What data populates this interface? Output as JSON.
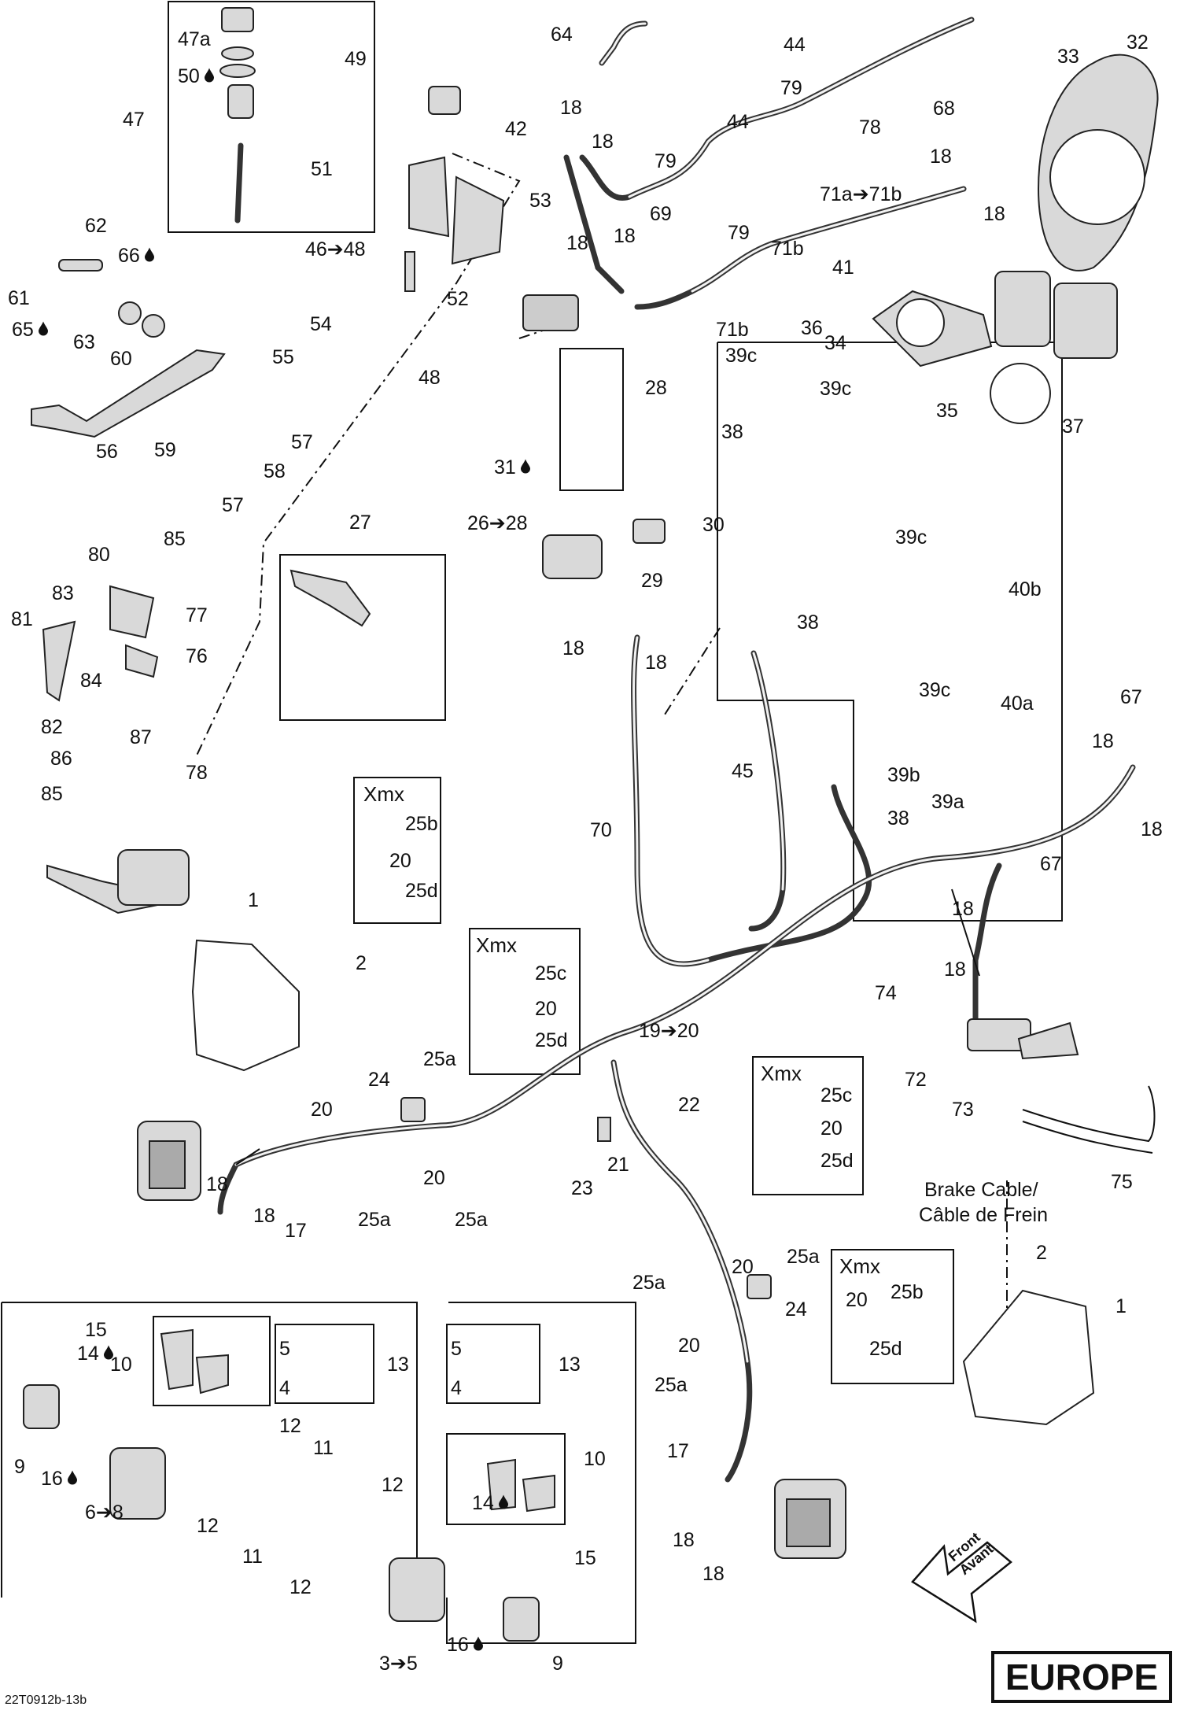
{
  "region_badge": "EUROPE",
  "drawing_code": "22T0912b-13b",
  "cable_label": {
    "line1": "Brake Cable/",
    "line2": "Câble de Frein"
  },
  "direction_arrow": {
    "line1": "Front",
    "line2": "Avant"
  },
  "variant_boxes": [
    {
      "title": "Xmx",
      "items": [
        "25b",
        "20",
        "25d"
      ]
    },
    {
      "title": "Xmx",
      "items": [
        "25c",
        "20",
        "25d"
      ]
    },
    {
      "title": "Xmx",
      "items": [
        "25c",
        "20",
        "25d"
      ]
    },
    {
      "title": "Xmx",
      "items": [
        "20",
        "25b",
        "25d"
      ]
    }
  ],
  "callouts": [
    "1",
    "2",
    "3➔5",
    "4",
    "5",
    "6➔8",
    "9",
    "10",
    "11",
    "12",
    "13",
    "14",
    "15",
    "16",
    "17",
    "18",
    "19➔20",
    "20",
    "21",
    "22",
    "23",
    "24",
    "25a",
    "26➔28",
    "27",
    "28",
    "29",
    "30",
    "31",
    "32",
    "33",
    "34",
    "35",
    "36",
    "37",
    "38",
    "39a",
    "39b",
    "39c",
    "40a",
    "40b",
    "41",
    "42",
    "44",
    "45",
    "46➔48",
    "47",
    "47a",
    "48",
    "49",
    "50",
    "51",
    "52",
    "53",
    "54",
    "55",
    "56",
    "57",
    "58",
    "59",
    "60",
    "61",
    "62",
    "63",
    "64",
    "65",
    "66",
    "67",
    "68",
    "69",
    "70",
    "71a➔71b",
    "71b",
    "72",
    "73",
    "74",
    "75",
    "76",
    "77",
    "78",
    "79",
    "80",
    "81",
    "82",
    "83",
    "84",
    "85",
    "86",
    "87"
  ],
  "icons": [
    "drop-icon",
    "front-arrow-icon"
  ]
}
